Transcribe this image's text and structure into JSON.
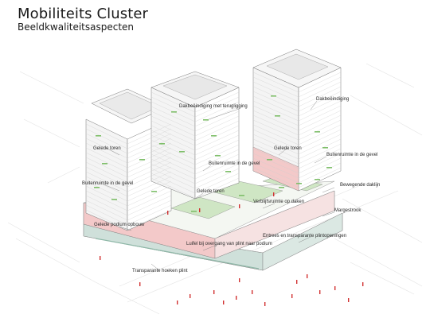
{
  "header": {
    "title": "Mobiliteits Cluster",
    "subtitle": "Beeldkwaliteitsaspecten"
  },
  "annotations": {
    "dakbeeindiging_terugligging": "Dakbeëindiging met terugligging",
    "dakbeeindiging": "Dakbeëindiging",
    "gelede_toren_left": "Gelede toren",
    "gelede_toren_right": "Gelede toren",
    "gelede_toren_mid": "Gelede toren",
    "buitenruimte_gevel_mid": "Buitenruimte in de gevel",
    "buitenruimte_gevel_right": "Buitenruimte in de gevel",
    "buitenruimte_gevel_left": "Buitenruimte in de gevel",
    "bewegende_daklijn": "Bewegende daklijn",
    "verblijfsruimte_daken": "Verblijfsruimte op daken",
    "margestrook": "Margestrook",
    "gelede_podium": "Gelede podium opbouw",
    "entrees_plintopeningen": "Entrees en transparante plintopeningen",
    "luifel": "Luifel bij overgang van plint naar podium",
    "transparante_hoeken": "Transparante hoeken plint"
  },
  "colors": {
    "facade_pink": "#f3c9c9",
    "green_terrace": "#cfe6c4",
    "green_accent": "#7fbf6a",
    "figure_red": "#d23030",
    "plinth_green": "#8fb8a8",
    "line_grey": "#9a9a9a"
  }
}
